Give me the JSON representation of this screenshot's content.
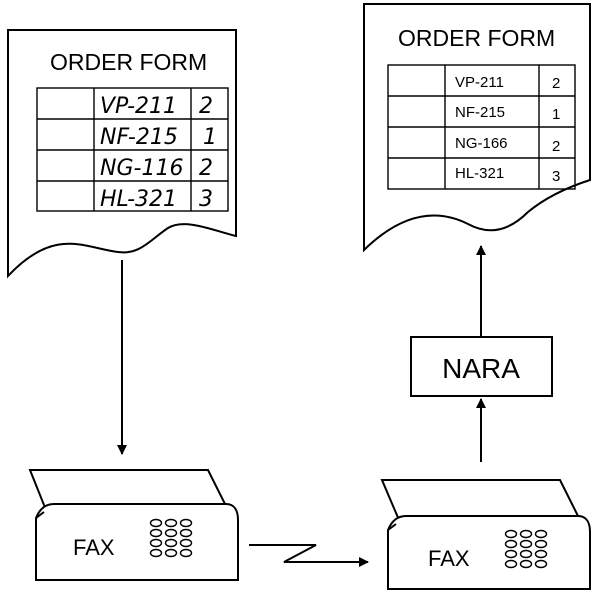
{
  "left_form": {
    "title": "ORDER FORM",
    "rows": [
      {
        "code": "VP-211",
        "qty": "2"
      },
      {
        "code": "NF-215",
        "qty": "1"
      },
      {
        "code": "NG-116",
        "qty": "2"
      },
      {
        "code": "HL-321",
        "qty": "3"
      }
    ]
  },
  "right_form": {
    "title": "ORDER FORM",
    "rows": [
      {
        "code": "VP-211",
        "qty": "2"
      },
      {
        "code": "NF-215",
        "qty": "1"
      },
      {
        "code": "NG-166",
        "qty": "2"
      },
      {
        "code": "HL-321",
        "qty": "3"
      }
    ]
  },
  "processor": {
    "label": "NARA"
  },
  "fax_left": {
    "label": "FAX"
  },
  "fax_right": {
    "label": "FAX"
  }
}
